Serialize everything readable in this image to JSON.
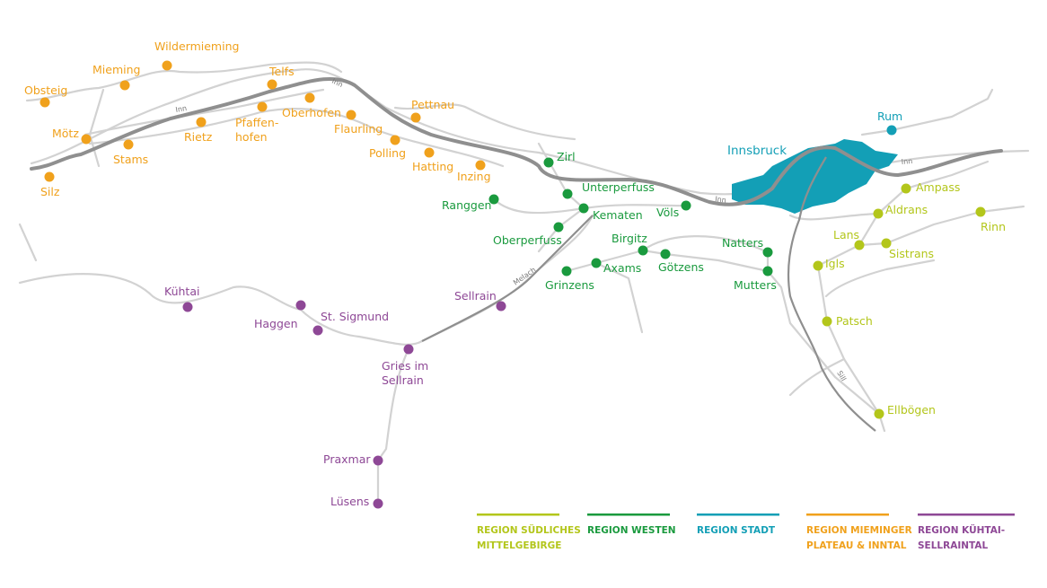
{
  "colors": {
    "suedliches_mittelgebirge": "#b3c61b",
    "westen": "#1a9a3e",
    "stadt": "#139fb6",
    "mieminger": "#f0a11c",
    "kuehtai": "#8e4896",
    "river": "#8f8f8f",
    "road": "#d2d2d2"
  },
  "city": {
    "name": "Innsbruck"
  },
  "rivers": [
    "Inn",
    "Inn",
    "Inn",
    "Inn",
    "Melach",
    "Sill"
  ],
  "places": {
    "mieminger": [
      "Wildermieming",
      "Mieming",
      "Obsteig",
      "Telfs",
      "Pfaffen-",
      "hofen",
      "Oberhofen",
      "Rietz",
      "Mötz",
      "Stams",
      "Silz",
      "Flaurling",
      "Pettnau",
      "Polling",
      "Hatting",
      "Inzing"
    ],
    "westen": [
      "Zirl",
      "Unterperfuss",
      "Ranggen",
      "Kematen",
      "Oberperfuss",
      "Völs",
      "Birgitz",
      "Axams",
      "Grinzens",
      "Götzens",
      "Natters",
      "Mutters"
    ],
    "stadt": [
      "Rum"
    ],
    "suedliches": [
      "Ampass",
      "Aldrans",
      "Rinn",
      "Lans",
      "Sistrans",
      "Igls",
      "Patsch",
      "Ellbögen"
    ],
    "kuehtai": [
      "Kühtai",
      "Haggen",
      "St. Sigmund",
      "Gries im",
      "Sellrain",
      "Sellrain",
      "Praxmar",
      "Lüsens"
    ]
  },
  "legend": [
    {
      "line1": "REGION SÜDLICHES",
      "line2": "MITTELGEBIRGE"
    },
    {
      "line1": "REGION WESTEN",
      "line2": ""
    },
    {
      "line1": "REGION STADT",
      "line2": ""
    },
    {
      "line1": "REGION MIEMINGER",
      "line2": "PLATEAU  & INNTAL"
    },
    {
      "line1": "REGION KÜHTAI-",
      "line2": "SELLRAINTAL"
    }
  ]
}
